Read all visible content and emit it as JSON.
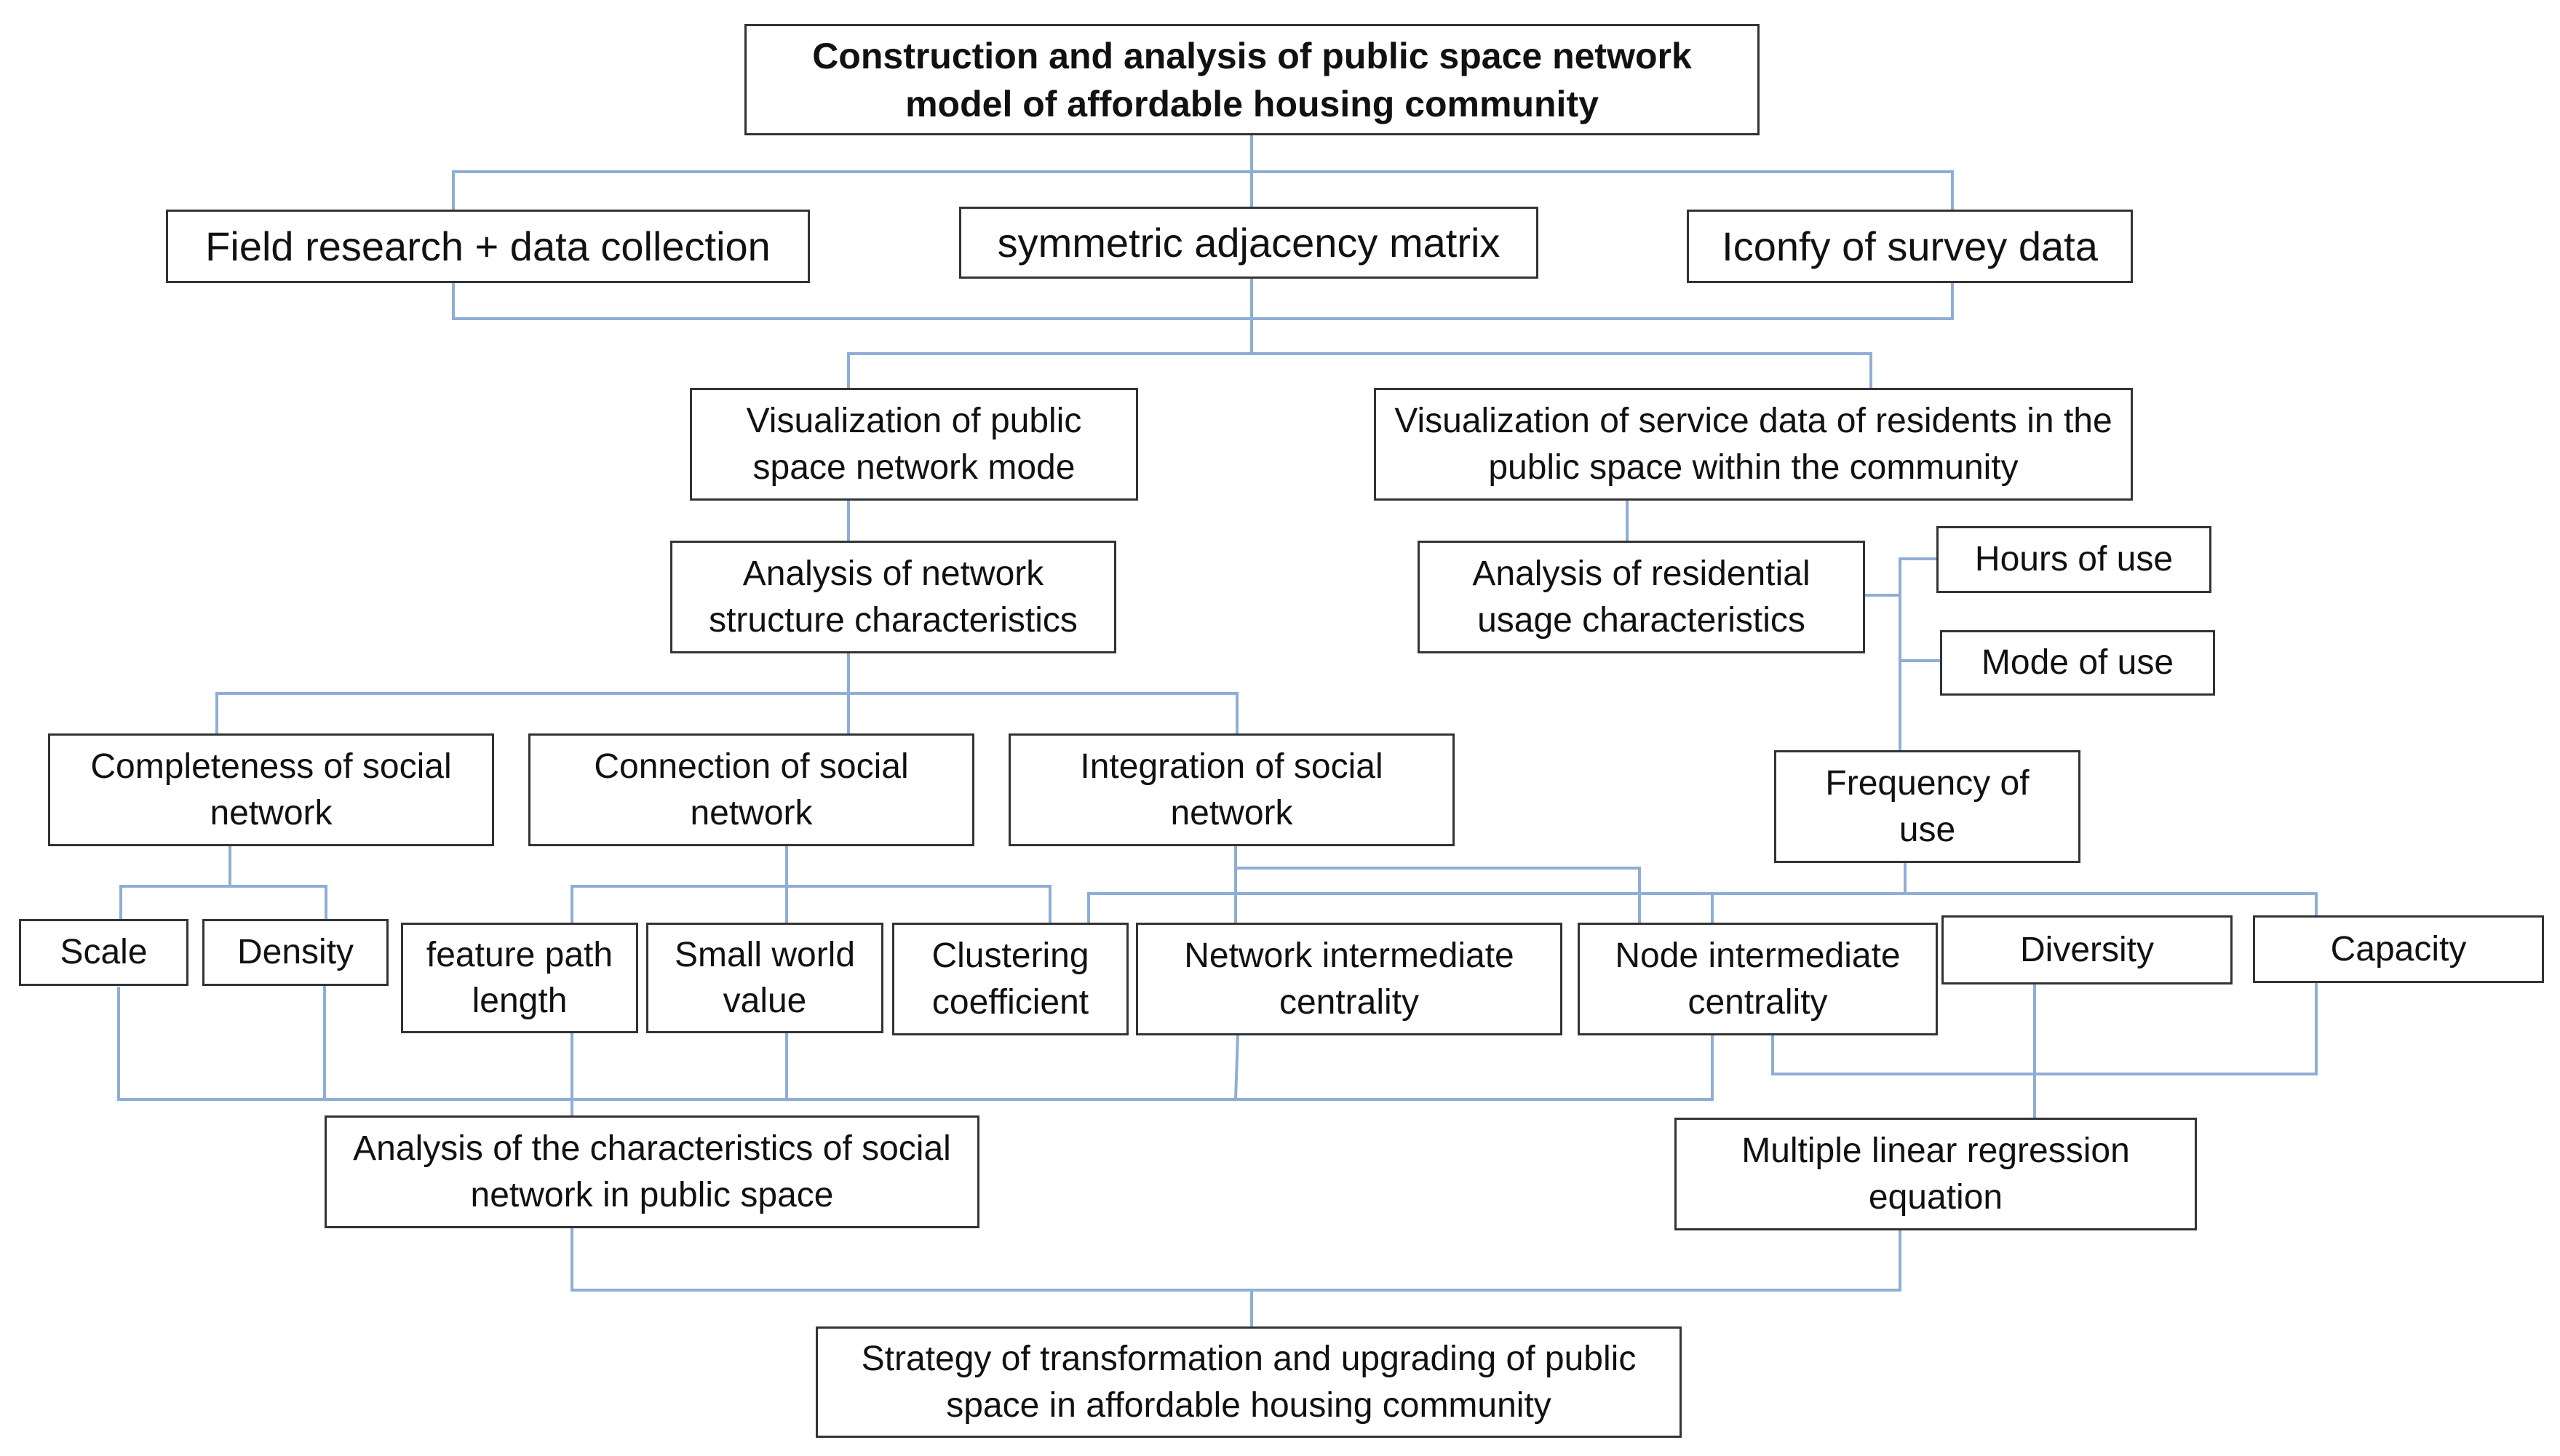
{
  "colors": {
    "connector": "#8eaed6",
    "box_border": "#333333",
    "text": "#111111",
    "background": "#ffffff"
  },
  "nodes": {
    "title": "Construction and analysis of public space network model of affordable housing community",
    "field_research": "Field research + data collection",
    "adjacency_matrix": "symmetric adjacency matrix",
    "iconfy": "Iconfy of survey data",
    "vis_network": "Visualization of  public space network mode",
    "vis_service": "Visualization of service data of residents in the public space within the community",
    "analysis_structure": "Analysis of network structure characteristics",
    "analysis_usage": "Analysis of residential usage characteristics",
    "hours_of_use": "Hours of use",
    "mode_of_use": "Mode of use",
    "frequency_of_use": "Frequency of use",
    "completeness": "Completeness of social network",
    "connection": "Connection of social network",
    "integration": "Integration of social network",
    "scale": "Scale",
    "density": "Density",
    "feature_path": "feature path length",
    "small_world": "Small world value",
    "clustering": "Clustering coefficient",
    "network_centrality": "Network intermediate centrality",
    "node_centrality": "Node intermediate centrality",
    "diversity": "Diversity",
    "capacity": "Capacity",
    "analysis_social": "Analysis of the characteristics of social network in public space",
    "regression": "Multiple linear regression equation",
    "strategy": "Strategy of transformation and upgrading of public space in affordable housing community"
  }
}
